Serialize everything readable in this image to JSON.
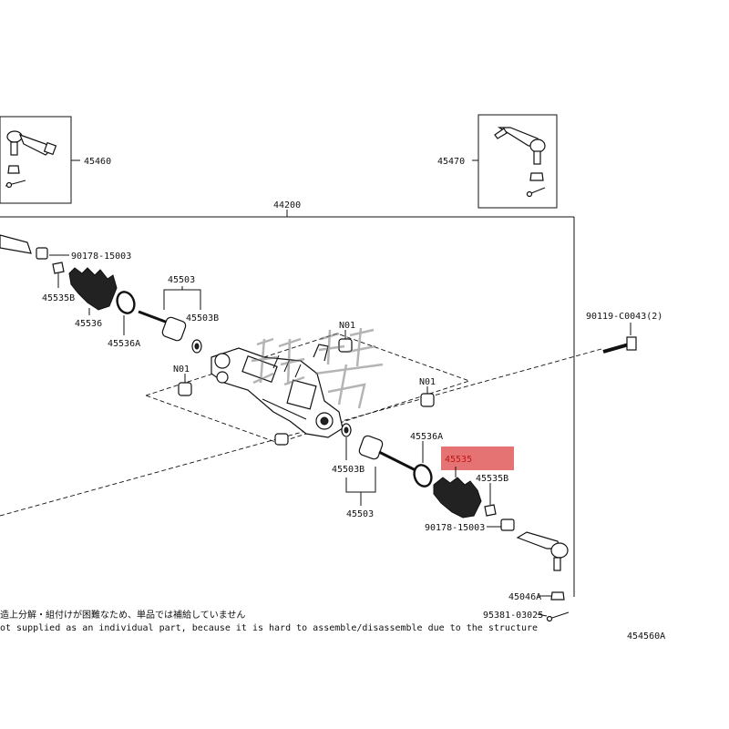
{
  "colors": {
    "highlight": "#e05a5a",
    "highlight_text": "#c01818",
    "ink": "#111111"
  },
  "parts": {
    "tie_rod_end_lh": "45460",
    "tie_rod_end_rh": "45470",
    "steering_gear_assy": "44200",
    "nut_top_left": "90178-15003",
    "clip_left": "45535B",
    "boot_left": "45536",
    "clamp_left": "45536A",
    "rack_end_group_top": "45503",
    "rack_end_left": "45503B",
    "bush_n01_a": "N01",
    "bush_n01_b": "N01",
    "bush_n01_c": "N01",
    "bolt": "90119-C0043(2)",
    "clamp_right": "45536A",
    "boot_right_highlighted": "45535",
    "clip_right": "45535B",
    "rack_end_right": "45503B",
    "rack_end_group_bottom": "45503",
    "nut_bottom_right": "90178-15003",
    "lock_nut": "45046A",
    "cotter_pin": "95381-03025",
    "illustration_code": "454560A"
  },
  "notes": {
    "japanese": "造上分解・組付けが困難なため、単品では補給していません",
    "english": "ot supplied as an individual part, because it is hard to assemble/disassemble due to the structure"
  }
}
